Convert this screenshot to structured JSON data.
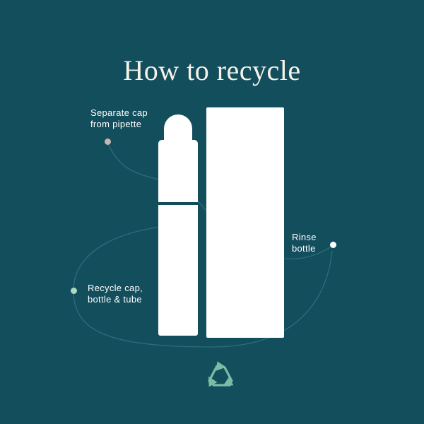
{
  "title": {
    "text": "How to recycle"
  },
  "annotations": {
    "separate_cap": {
      "line1": "Separate cap",
      "line2": "from pipette"
    },
    "rinse_bottle": {
      "line1": "Rinse",
      "line2": "bottle"
    },
    "recycle_all": {
      "line1": "Recycle cap,",
      "line2": "bottle & tube"
    }
  },
  "icons": {
    "recycle_icon": "chasing-arrows-recycle-symbol"
  },
  "colors": {
    "background": "#134e5d",
    "title_text": "#f7f2e9",
    "label_text": "#ffffff",
    "shape_fill": "#ffffff",
    "connector_line": "#2e6d7c",
    "dot_separate": "#c6b6ae",
    "dot_rinse": "#ffffff",
    "dot_recycle": "#abd9c1",
    "recycle_icon": "#78bda4"
  }
}
